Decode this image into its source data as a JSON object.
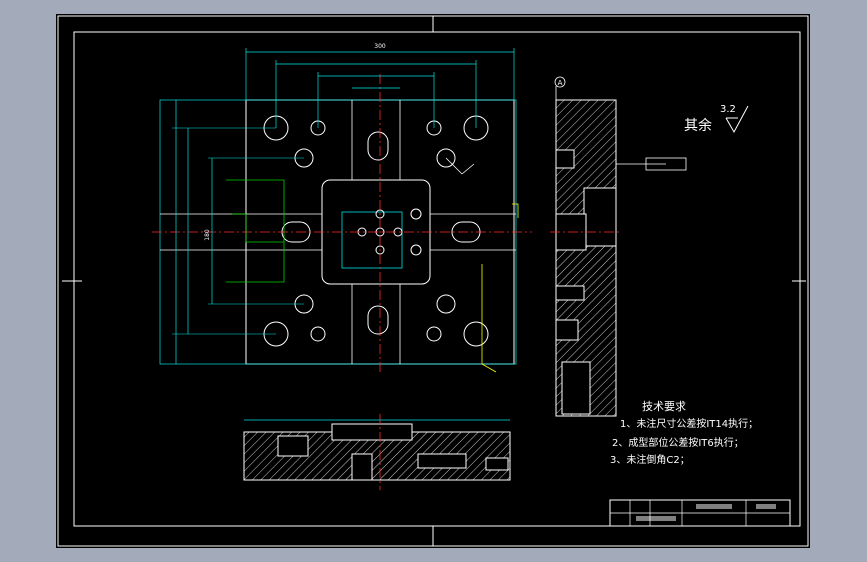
{
  "drawing": {
    "surface_note": {
      "label": "其余",
      "roughness": "3.2"
    },
    "technical_requirements": {
      "title": "技术要求",
      "items": [
        "1、未注尺寸公差按IT14执行；",
        "2、成型部位公差按IT6执行；",
        "3、未注倒角C2；"
      ]
    },
    "section_marker": "A",
    "dimensions": {
      "overall_width": "300",
      "height_label": "180"
    },
    "colors": {
      "background": "#000000",
      "frame": "#ffffff",
      "outline": "#ffffff",
      "centerline": "#ff2a2a",
      "dimension": "#00e5e5",
      "feature": "#ffff00",
      "green": "#00d000",
      "hatch": "#ffffff",
      "magenta": "#ff40ff"
    }
  }
}
